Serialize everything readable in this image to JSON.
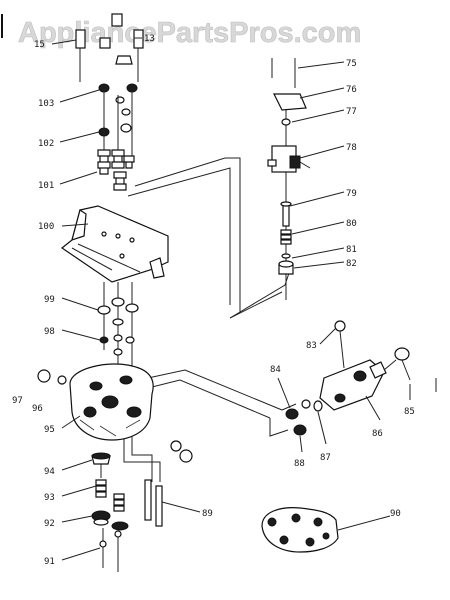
{
  "watermark": "AppliancePartsPros.com",
  "callouts": {
    "c15": "15",
    "c13": "13",
    "c103": "103",
    "c102": "102",
    "c101": "101",
    "c100": "100",
    "c99": "99",
    "c98": "98",
    "c97": "97",
    "c96": "96",
    "c95": "95",
    "c94": "94",
    "c93": "93",
    "c92": "92",
    "c91": "91",
    "c89": "89",
    "c90": "90",
    "c75": "75",
    "c76": "76",
    "c77": "77",
    "c78": "78",
    "c79": "79",
    "c80": "80",
    "c81": "81",
    "c82": "82",
    "c83": "83",
    "c84": "84",
    "c85": "85",
    "c86": "86",
    "c87": "87",
    "c88": "88"
  }
}
